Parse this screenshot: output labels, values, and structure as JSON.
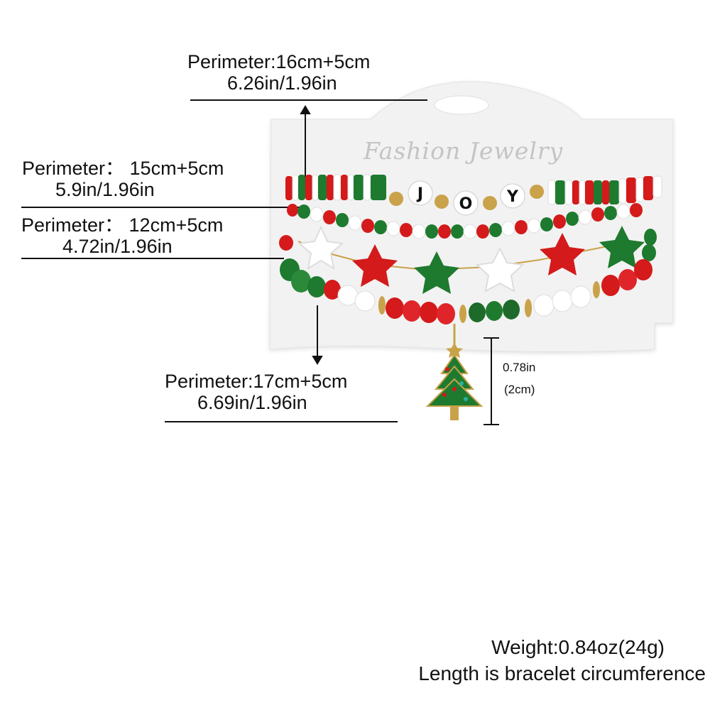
{
  "brand": "Fashion Jewelry",
  "bead_letters": [
    "J",
    "O",
    "Y"
  ],
  "measurements": [
    {
      "line1": "Perimeter:16cm+5cm",
      "line2": "6.26in/1.96in"
    },
    {
      "line1": "Perimeter： 15cm+5cm",
      "line2": "5.9in/1.96in"
    },
    {
      "line1": "Perimeter： 12cm+5cm",
      "line2": "4.72in/1.96in"
    },
    {
      "line1": "Perimeter:17cm+5cm",
      "line2": "6.69in/1.96in"
    }
  ],
  "charm": {
    "size_in": "0.78in",
    "size_cm": "(2cm)"
  },
  "footer": {
    "weight": "Weight:0.84oz(24g)",
    "note": "Length is bracelet circumference"
  },
  "colors": {
    "red": "#d41a1a",
    "green": "#1e7a2e",
    "white": "#ffffff",
    "gold": "#c9a24a",
    "card": "#f2f2f2"
  }
}
